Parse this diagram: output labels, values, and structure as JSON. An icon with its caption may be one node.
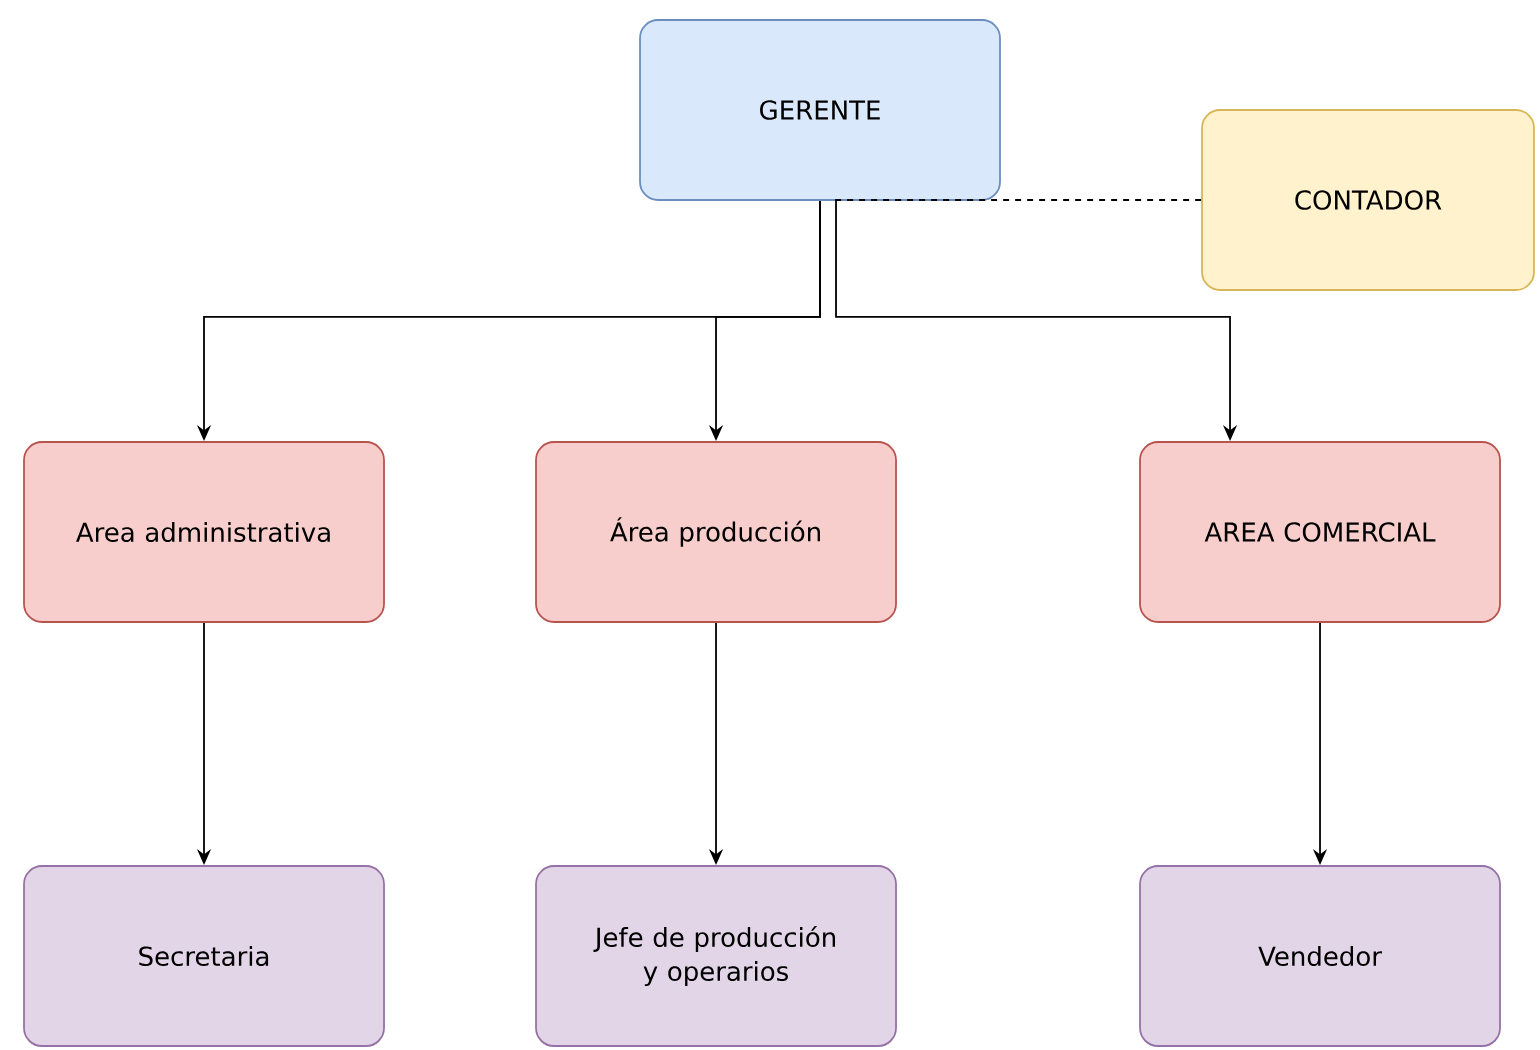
{
  "diagram": {
    "nodes": [
      {
        "text": [
          "GERENTE"
        ]
      },
      {
        "text": [
          "CONTADOR"
        ]
      },
      {
        "text": [
          "Area administrativa"
        ]
      },
      {
        "text": [
          "Área producción"
        ]
      },
      {
        "text": [
          "AREA COMERCIAL"
        ]
      },
      {
        "text": [
          "Secretaria"
        ]
      },
      {
        "text": [
          "Jefe de producción y operarios"
        ]
      },
      {
        "text": [
          "Vendedor"
        ]
      }
    ],
    "edges": [
      {
        "from": 0,
        "to": 1,
        "arrow": "none",
        "style": "dashed"
      },
      {
        "from": 0,
        "to": 2,
        "arrow": "to"
      },
      {
        "from": 0,
        "to": 3,
        "arrow": "to"
      },
      {
        "from": 0,
        "to": 4,
        "arrow": "to"
      },
      {
        "from": 2,
        "to": 5,
        "arrow": "to"
      },
      {
        "from": 3,
        "to": 6,
        "arrow": "to"
      },
      {
        "from": 4,
        "to": 7,
        "arrow": "to"
      }
    ]
  }
}
